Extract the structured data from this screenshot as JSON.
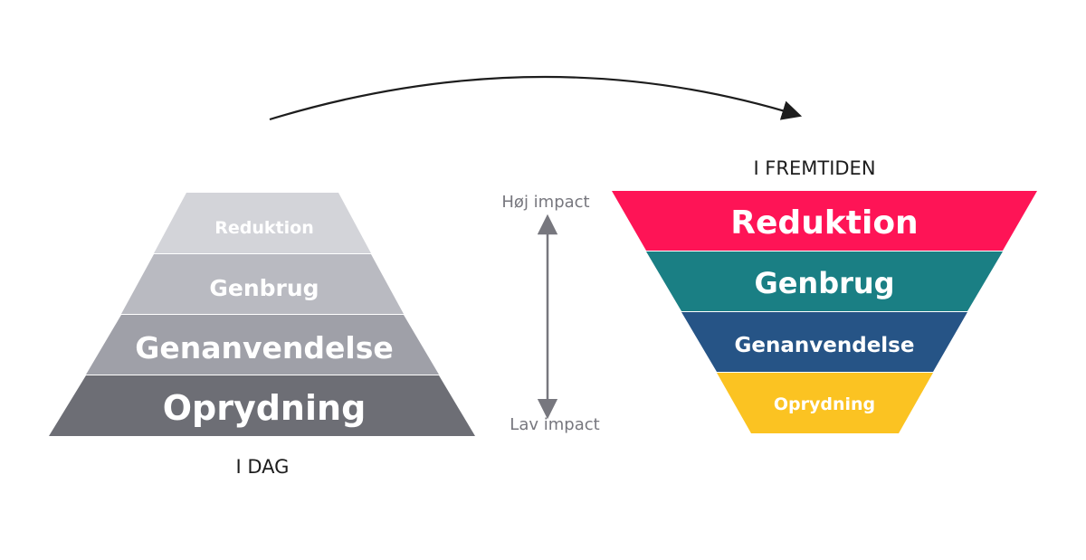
{
  "diagram": {
    "left": {
      "caption": "I DAG",
      "tiers": [
        {
          "label": "Reduktion",
          "color": "#d3d4d9"
        },
        {
          "label": "Genbrug",
          "color": "#b9bac1"
        },
        {
          "label": "Genanvendelse",
          "color": "#9fa0a8"
        },
        {
          "label": "Oprydning",
          "color": "#6d6e75"
        }
      ]
    },
    "right": {
      "caption": "I FREMTIDEN",
      "tiers": [
        {
          "label": "Reduktion",
          "color": "#fe1456"
        },
        {
          "label": "Genbrug",
          "color": "#1a7f84"
        },
        {
          "label": "Genanvendelse",
          "color": "#265486"
        },
        {
          "label": "Oprydning",
          "color": "#fbc322"
        }
      ]
    },
    "scale": {
      "top_label": "Høj impact",
      "bottom_label": "Lav impact",
      "color": "#77777e"
    },
    "transition_arrow_color": "#1d1d1d"
  }
}
